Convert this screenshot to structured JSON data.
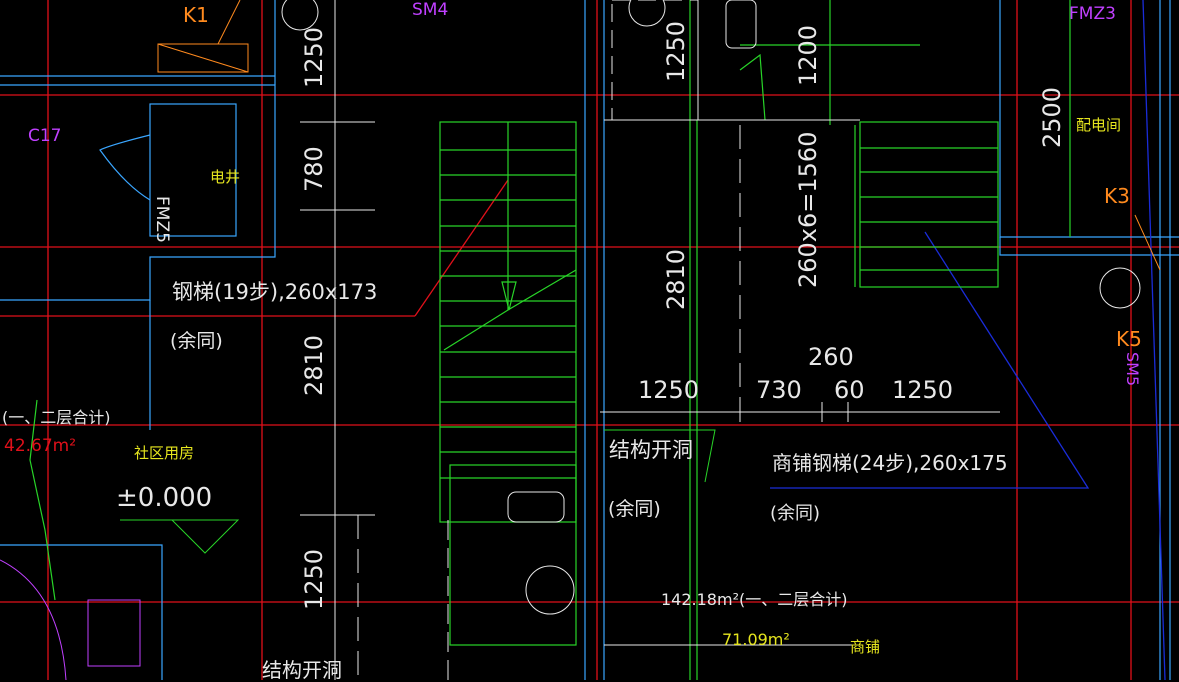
{
  "colors": {
    "background": "#000000",
    "axis_red": "#e0101a",
    "wall_cyan": "#3aa6ff",
    "stair_green": "#28d428",
    "dim_white": "#e8e8e8",
    "tag_magenta": "#c040ff",
    "tag_orange": "#ff8a1e",
    "room_yellow": "#e6e61e",
    "blue_line": "#1a2cd8"
  },
  "tags": {
    "k1": "K1",
    "sm4": "SM4",
    "fmz3": "FMZ3",
    "c17": "C17",
    "fmz5": "FMZ5",
    "k3": "K3",
    "k5": "K5",
    "sm5": "SM5"
  },
  "rooms": {
    "dianjing": "电井",
    "peidianjian": "配电间",
    "shequ_yongfang": "社区用房",
    "shangpu": "商铺"
  },
  "areas": {
    "left_total": "(一、二层合计)",
    "left_area": "42.67m²",
    "right_total": "142.18m²(一、二层合计)",
    "right_area": "71.09m²"
  },
  "notes": {
    "steel_stair": "钢梯(19步),260x173",
    "same1": "(余同)",
    "struct_opening1": "结构开洞",
    "same2": "(余同)",
    "shop_stair": "商铺钢梯(24步),260x175",
    "same3": "(余同)",
    "struct_opening2": "结构开洞"
  },
  "elevation": {
    "zero": "±0.000"
  },
  "dimensions": {
    "v1250_top": "1250",
    "v780": "780",
    "v2810_left": "2810",
    "v1250_bottom": "1250",
    "v1250_mid": "1250",
    "v1200": "1200",
    "v2810_mid": "2810",
    "v260x6": "260x6=1560",
    "v2500": "2500",
    "h260": "260",
    "h1250_a": "1250",
    "h730": "730",
    "h60": "60",
    "h1250_b": "1250"
  }
}
